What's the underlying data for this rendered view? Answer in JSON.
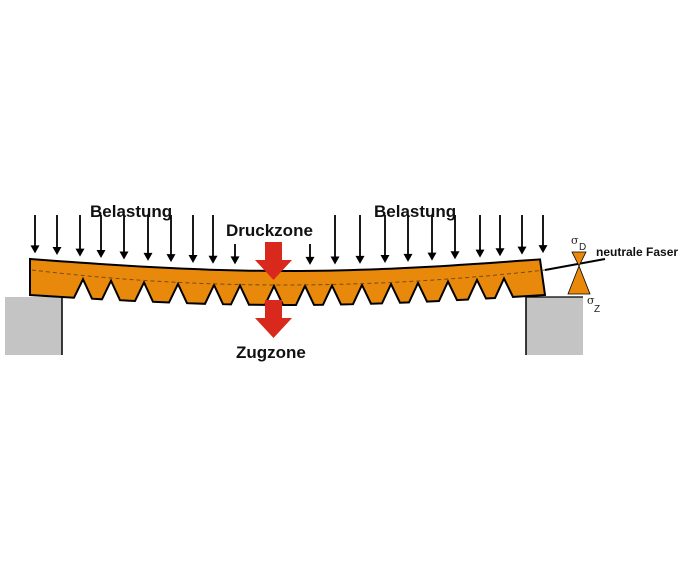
{
  "labels": {
    "load_left": "Belastung",
    "load_right": "Belastung",
    "compression_zone": "Druckzone",
    "tension_zone": "Zugzone",
    "neutral_axis": "neutrale Faser",
    "sigma_d": "σ",
    "sigma_d_sub": "D",
    "sigma_z": "σ",
    "sigma_z_sub": "Z"
  },
  "colors": {
    "beam": "#e8890c",
    "arrow_red": "#d9291c",
    "support": "#c4c4c4",
    "stroke": "#000000"
  }
}
